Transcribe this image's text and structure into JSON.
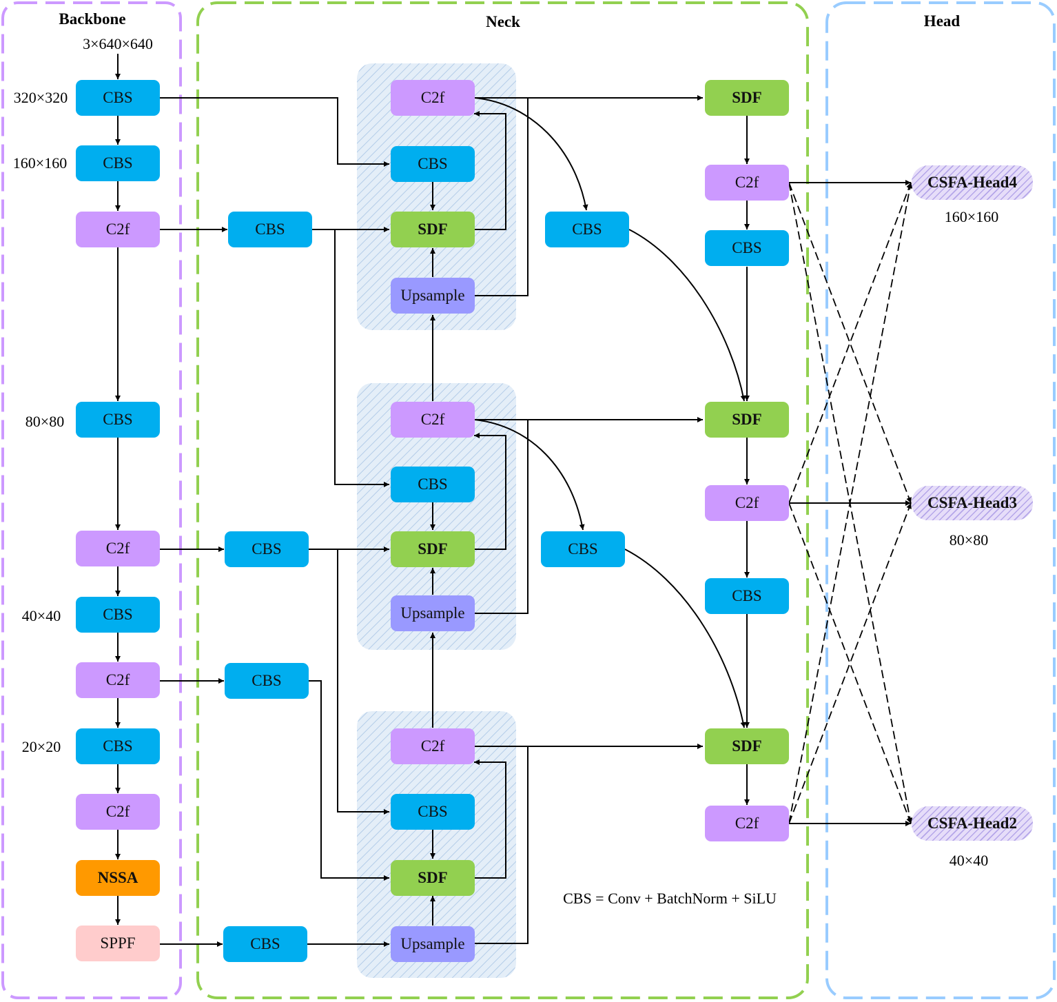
{
  "sections": {
    "backbone": "Backbone",
    "neck": "Neck",
    "head": "Head"
  },
  "input_size": "3×640×640",
  "backbone_sizes": {
    "s320": "320×320",
    "s160": "160×160",
    "s80": "80×80",
    "s40": "40×40",
    "s20": "20×20"
  },
  "head_sizes": {
    "h4": "160×160",
    "h3": "80×80",
    "h2": "40×40"
  },
  "legend": "CBS = Conv + BatchNorm + SiLU",
  "colors": {
    "cbs": "#00AEEF",
    "c2f": "#CC99FF",
    "sdf": "#92D050",
    "upsample": "#9999FF",
    "nssa": "#FF9900",
    "sppf": "#FFCCCC",
    "backbone_border": "#CC99FF",
    "neck_border": "#92D050",
    "head_border": "#99CCFF"
  },
  "nodes": {
    "bb_cbs1": "CBS",
    "bb_cbs2": "CBS",
    "bb_c2f1": "C2f",
    "bb_cbs3": "CBS",
    "bb_c2f2": "C2f",
    "bb_cbs4": "CBS",
    "bb_c2f3": "C2f",
    "bb_cbs5": "CBS",
    "bb_c2f4": "C2f",
    "bb_nssa": "NSSA",
    "bb_sppf": "SPPF",
    "lat_cbs1": "CBS",
    "lat_cbs2": "CBS",
    "lat_cbs3": "CBS",
    "lat_cbs4": "CBS",
    "g1_c2f": "C2f",
    "g1_cbs": "CBS",
    "g1_sdf": "SDF",
    "g1_ups": "Upsample",
    "g2_c2f": "C2f",
    "g2_cbs": "CBS",
    "g2_sdf": "SDF",
    "g2_ups": "Upsample",
    "g3_c2f": "C2f",
    "g3_cbs": "CBS",
    "g3_sdf": "SDF",
    "g3_ups": "Upsample",
    "mid_cbs1": "CBS",
    "mid_cbs2": "CBS",
    "r_sdf1": "SDF",
    "r_c2f1": "C2f",
    "r_cbs1": "CBS",
    "r_sdf2": "SDF",
    "r_c2f2": "C2f",
    "r_cbs2": "CBS",
    "r_sdf3": "SDF",
    "r_c2f3": "C2f",
    "head4": "CSFA-Head4",
    "head3": "CSFA-Head3",
    "head2": "CSFA-Head2"
  }
}
